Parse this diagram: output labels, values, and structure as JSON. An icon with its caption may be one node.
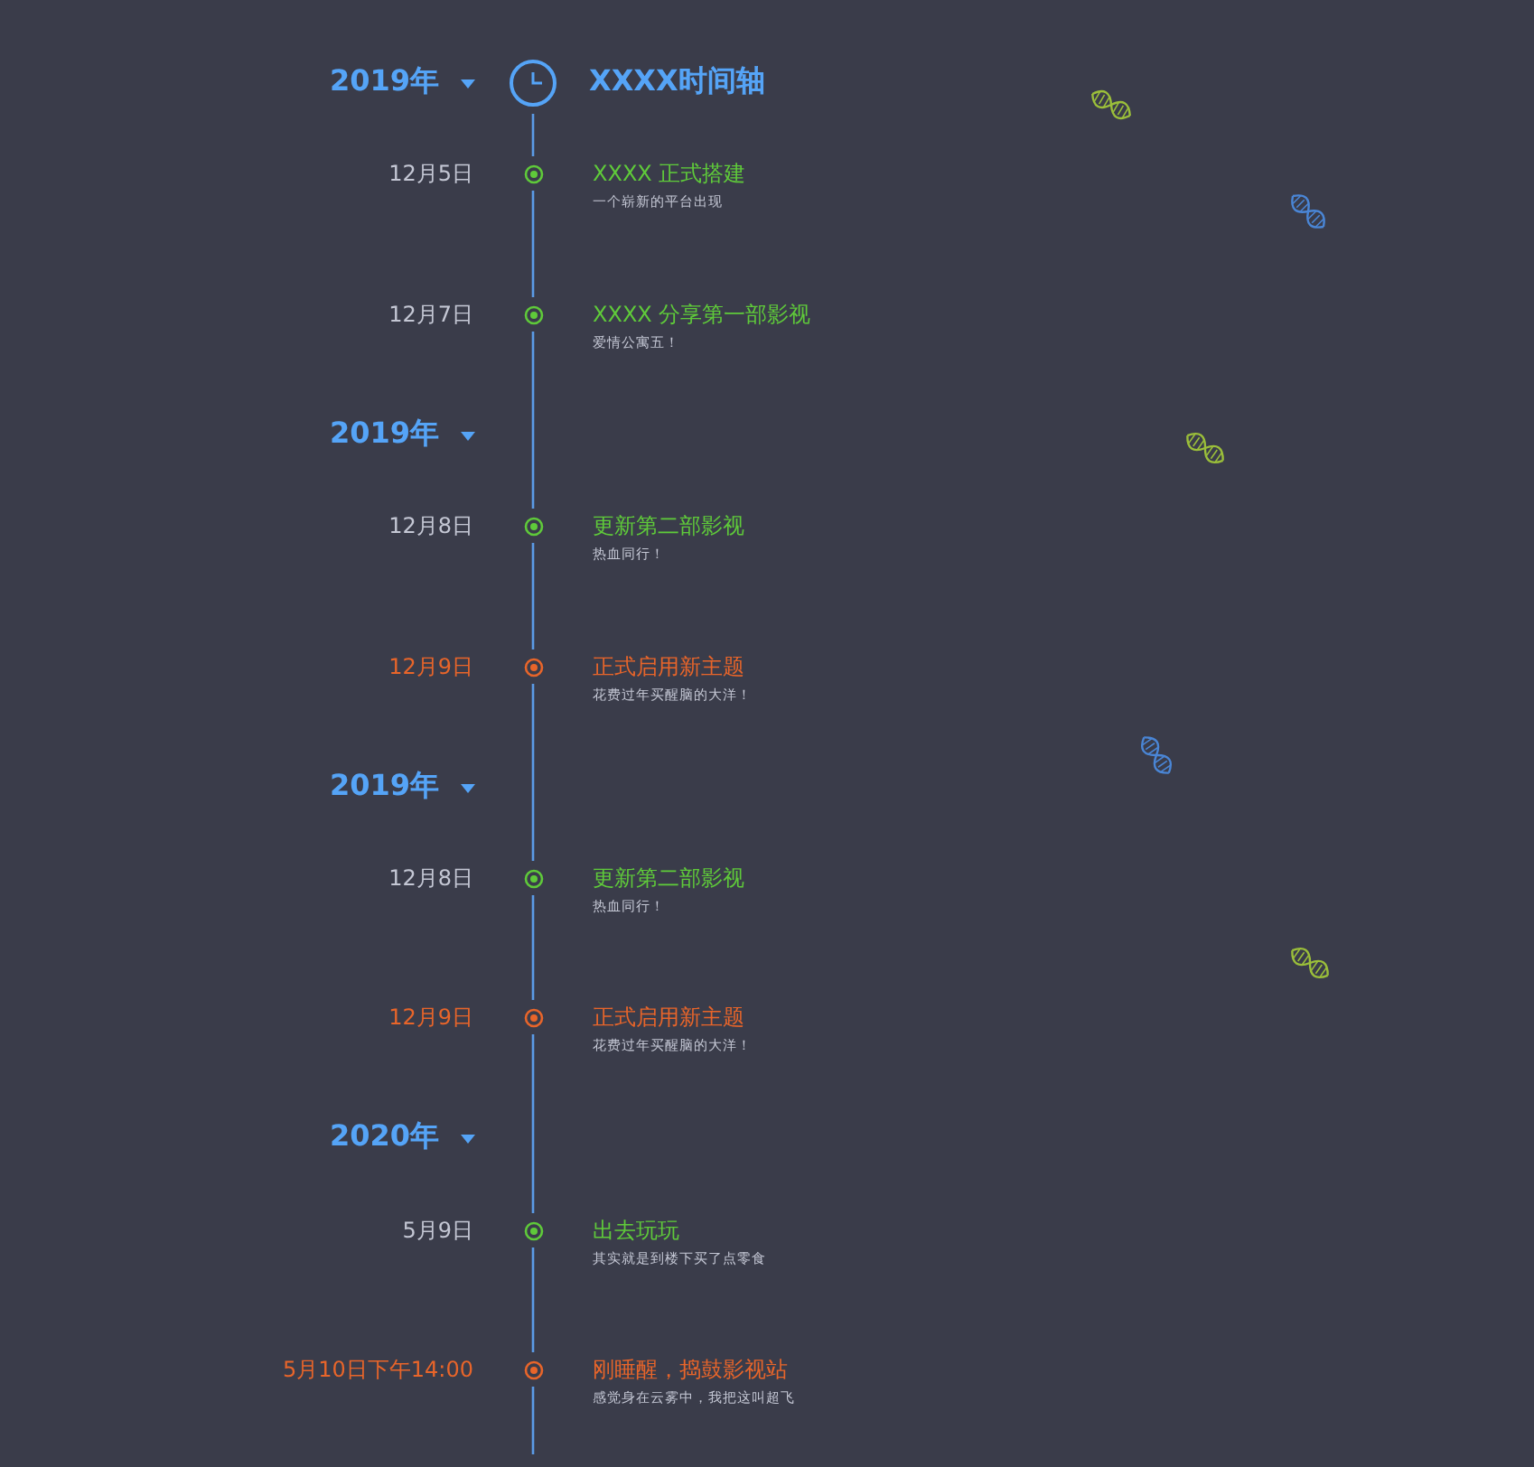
{
  "diagram": {
    "title": "XXXX时间轴",
    "nodes": [
      {
        "text": [],
        "shape": "circle"
      },
      {
        "text": [],
        "shape": "circle",
        "beside": [
          "12月5日",
          "XXXX 正式搭建",
          "一个崭新的平台出现"
        ]
      },
      {
        "text": [],
        "shape": "circle",
        "beside": [
          "12月7日",
          "XXXX 分享第一部影视",
          "爱情公寓五！"
        ]
      },
      {
        "text": [],
        "shape": "circle",
        "beside": [
          "12月8日",
          "更新第二部影视",
          "热血同行！"
        ]
      },
      {
        "text": [],
        "shape": "circle",
        "beside": [
          "12月9日",
          "正式启用新主题",
          "花费过年买醒脑的大洋！"
        ]
      },
      {
        "text": [],
        "shape": "circle",
        "beside": [
          "12月8日",
          "更新第二部影视",
          "热血同行！"
        ]
      },
      {
        "text": [],
        "shape": "circle",
        "beside": [
          "12月9日",
          "正式启用新主题",
          "花费过年买醒脑的大洋！"
        ]
      },
      {
        "text": [],
        "shape": "circle",
        "beside": [
          "5月9日",
          "出去玩玩",
          "其实就是到楼下买了点零食"
        ]
      },
      {
        "text": [],
        "shape": "circle",
        "beside": [
          "5月10日下午14:00",
          "刚睡醒，捣鼓影视站",
          "感觉身在云雾中，我把这叫超飞"
        ]
      }
    ],
    "edges": [
      {
        "from": 0,
        "to": 1,
        "arrow": "none"
      },
      {
        "from": 1,
        "to": 2,
        "arrow": "none"
      },
      {
        "from": 2,
        "to": 3,
        "arrow": "none"
      },
      {
        "from": 3,
        "to": 4,
        "arrow": "none"
      },
      {
        "from": 4,
        "to": 5,
        "arrow": "none"
      },
      {
        "from": 5,
        "to": 6,
        "arrow": "none"
      },
      {
        "from": 6,
        "to": 7,
        "arrow": "none"
      },
      {
        "from": 7,
        "to": 8,
        "arrow": "none"
      },
      {
        "from": 8,
        "to": null,
        "arrow": "none"
      }
    ],
    "labels": [
      "2019年",
      "2019年",
      "2019年",
      "2020年"
    ]
  }
}
